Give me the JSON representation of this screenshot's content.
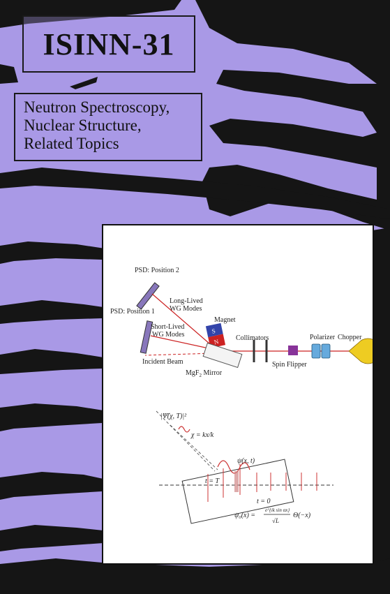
{
  "cover": {
    "title": "ISINN-31",
    "subtitle_lines": [
      "Neutron Spectroscopy,",
      "Nuclear Structure,",
      "Related Topics"
    ],
    "colors": {
      "background": "#a999e6",
      "ink": "#111111",
      "panel": "#ffffff"
    }
  },
  "diagram_top": {
    "labels": {
      "psd2": "PSD: Position 2",
      "psd1": "PSD: Position 1",
      "long_lived": [
        "Long-Lived",
        "WG Modes"
      ],
      "short_lived": [
        "Short-Lived",
        "WG Modes"
      ],
      "magnet": "Magnet",
      "s_pole": "S",
      "n_pole": "N",
      "collimators": "Collimators",
      "polarizer": "Polarizer",
      "chopper": "Chopper",
      "spin_flipper": "Spin Flipper",
      "incident_beam": "Incident Beam",
      "mirror": "MgF",
      "mirror_sub": "2",
      "mirror_tail": " Mirror"
    },
    "colors": {
      "beam": "#cc2222",
      "magnet_s": "#3344aa",
      "magnet_n": "#cc2222",
      "spin_flipper": "#883399",
      "polarizer": "#66aadd",
      "chopper": "#eecc22"
    }
  },
  "diagram_bottom": {
    "labels": {
      "wavepacket": "|Ψ̃(χ, T)|²",
      "chi_def": "χ = kx/k",
      "psi": "ψ(x, t)",
      "t_T": "t = T",
      "t_0": "t = 0",
      "psi0_left": "ψ₀(x) =",
      "psi0_num": "e^{ik sin αx}",
      "psi0_den": "√L",
      "psi0_right": "Θ(−x)"
    },
    "colors": {
      "lines": "#cc3333",
      "ink": "#222222"
    }
  }
}
